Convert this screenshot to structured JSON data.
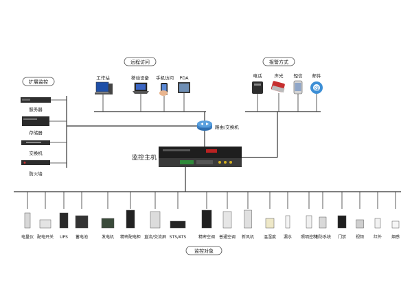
{
  "group_tags": {
    "expansion": "扩展监控",
    "remote_access": "远程访问",
    "alarm_methods": "报警方式",
    "monitored_objects": "监控对象"
  },
  "expansion_devices": [
    "服务器",
    "存储器",
    "交换机",
    "防火墙"
  ],
  "remote_devices": [
    "工作站",
    "移动设备",
    "手机访问",
    "PDA"
  ],
  "alarm_devices": [
    "电话",
    "声光",
    "短信",
    "邮件"
  ],
  "router_label": "路由/交换机",
  "host_label": "监控主机",
  "monitored_devices": [
    "电量仪",
    "配电开关",
    "UPS",
    "蓄电池",
    "发电机",
    "精密配电柜",
    "直流/交流屏",
    "STS/ATS",
    "精密空调",
    "普通空调",
    "新风机",
    "温湿度",
    "漏水",
    "照明控制",
    "消防系统",
    "门禁",
    "视频",
    "红外",
    "烟感"
  ]
}
